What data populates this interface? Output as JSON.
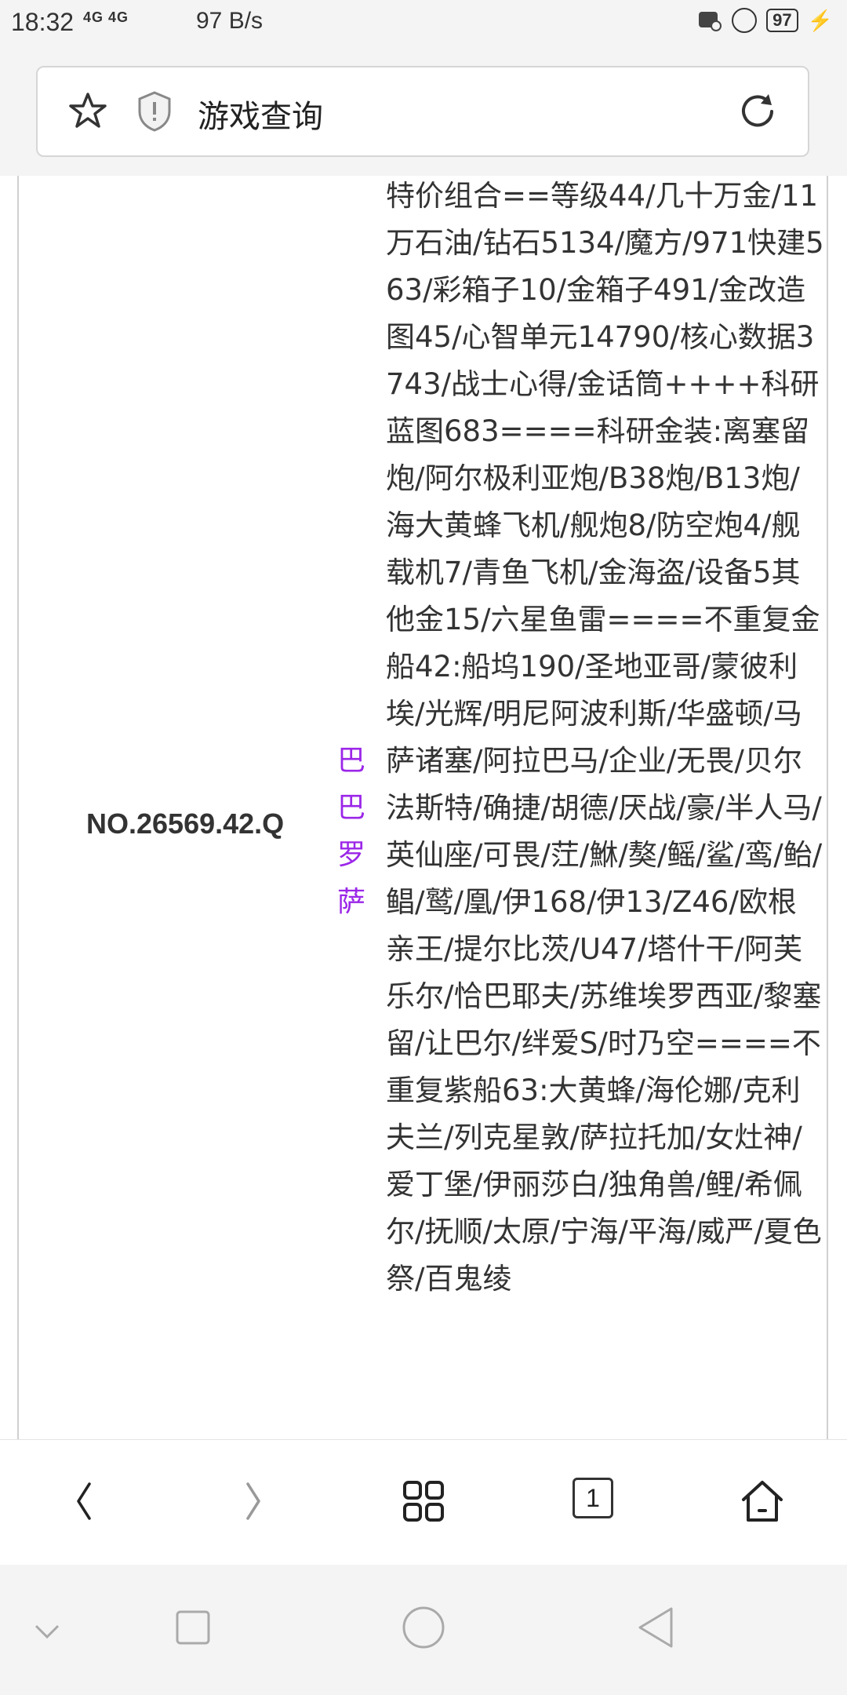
{
  "status_bar": {
    "time": "18:32",
    "network": "4G 4G",
    "speed": "97 B/s",
    "battery": "97"
  },
  "address_bar": {
    "title": "游戏查询"
  },
  "content": {
    "id": "NO.26569.42.Q",
    "server": "巴巴罗萨",
    "description": "特价组合==等级44/几十万金/11万石油/钻石5134/魔方/971快建563/彩箱子10/金箱子491/金改造图45/心智单元14790/核心数据3743/战士心得/金话筒++++科研蓝图683====科研金装:离塞留炮/阿尔极利亚炮/B38炮/B13炮/海大黄蜂飞机/舰炮8/防空炮4/舰载机7/青鱼飞机/金海盗/设备5其他金15/六星鱼雷====不重复金船42:船坞190/圣地亚哥/蒙彼利埃/光辉/明尼阿波利斯/华盛顿/马萨诸塞/阿拉巴马/企业/无畏/贝尔法斯特/确捷/胡德/厌战/豪/半人马/英仙座/可畏/茳/鮴/獒/鳐/鲨/鸾/鲐/鲳/鹫/凰/伊168/伊13/Z46/欧根亲王/提尔比茨/U47/塔什干/阿芙乐尔/恰巴耶夫/苏维埃罗西亚/黎塞留/让巴尔/绊爱S/时乃空====不重复紫船63:大黄蜂/海伦娜/克利夫兰/列克星敦/萨拉托加/女灶神/爱丁堡/伊丽莎白/独角兽/鲤/希佩尔/抚顺/太原/宁海/平海/威严/夏色祭/百鬼绫"
  },
  "browser_nav": {
    "tab_count": "1",
    "icons": [
      "back-icon",
      "forward-icon",
      "menu-grid-icon",
      "tabs-icon",
      "home-icon"
    ]
  },
  "system_nav": {
    "icons": [
      "collapse-icon",
      "recents-icon",
      "home-circle-icon",
      "back-triangle-icon"
    ]
  }
}
